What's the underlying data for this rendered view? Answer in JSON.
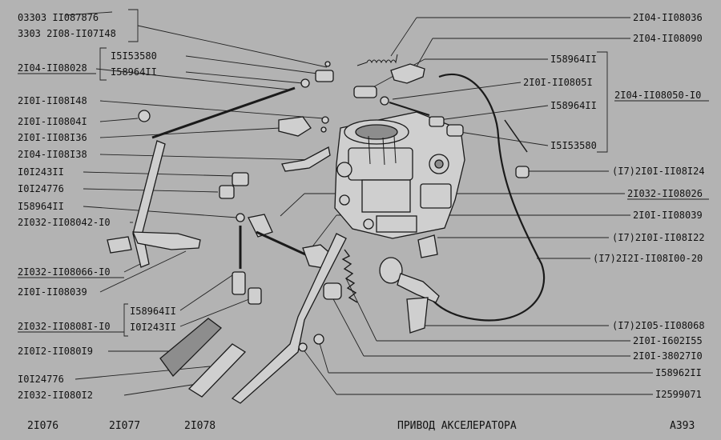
{
  "labels": {
    "l01": "03303  II087876",
    "l02": "3303   2I08-II07I48",
    "l03": "2I04-II08028",
    "l04": "I5I53580",
    "l05": "I58964II",
    "l06": "2I0I-II08I48",
    "l07": "2I0I-II0804I",
    "l08": "2I0I-II08I36",
    "l09": "2I04-II08I38",
    "l10": "I0I243II",
    "l11": "I0I24776",
    "l12": "I58964II",
    "l13": "2I032-II08042-I0",
    "l14": "2I032-II08066-I0",
    "l15": "2I0I-II08039",
    "l16": "I58964II",
    "l17": "2I032-II0808I-I0",
    "l18": "I0I243II",
    "l19": "2I0I2-II080I9",
    "l20": "I0I24776",
    "l21": "2I032-II080I2",
    "r01": "2I04-II08036",
    "r02": "2I04-II08090",
    "r03": "I58964II",
    "r04": "2I0I-II0805I",
    "r05": "I58964II",
    "r06": "I5I53580",
    "r07": "2I04-II08050-I0",
    "r08": "(I7)2I0I-II08I24",
    "r09": "2I032-II08026",
    "r10": "2I0I-II08039",
    "r11": "(I7)2I0I-II08I22",
    "r12": "(I7)2I2I-II08I00-20",
    "r13": "(I7)2I05-II08068",
    "r14": "2I0I-I602I55",
    "r15": "2I0I-38027I0",
    "r16": "I58962II",
    "r17": "I2599071"
  },
  "footer": {
    "m1": "2I076",
    "m2": "2I077",
    "m3": "2I078",
    "title": "ПРИВОД  АКСЕЛЕРАТОРА",
    "page": "A393"
  }
}
